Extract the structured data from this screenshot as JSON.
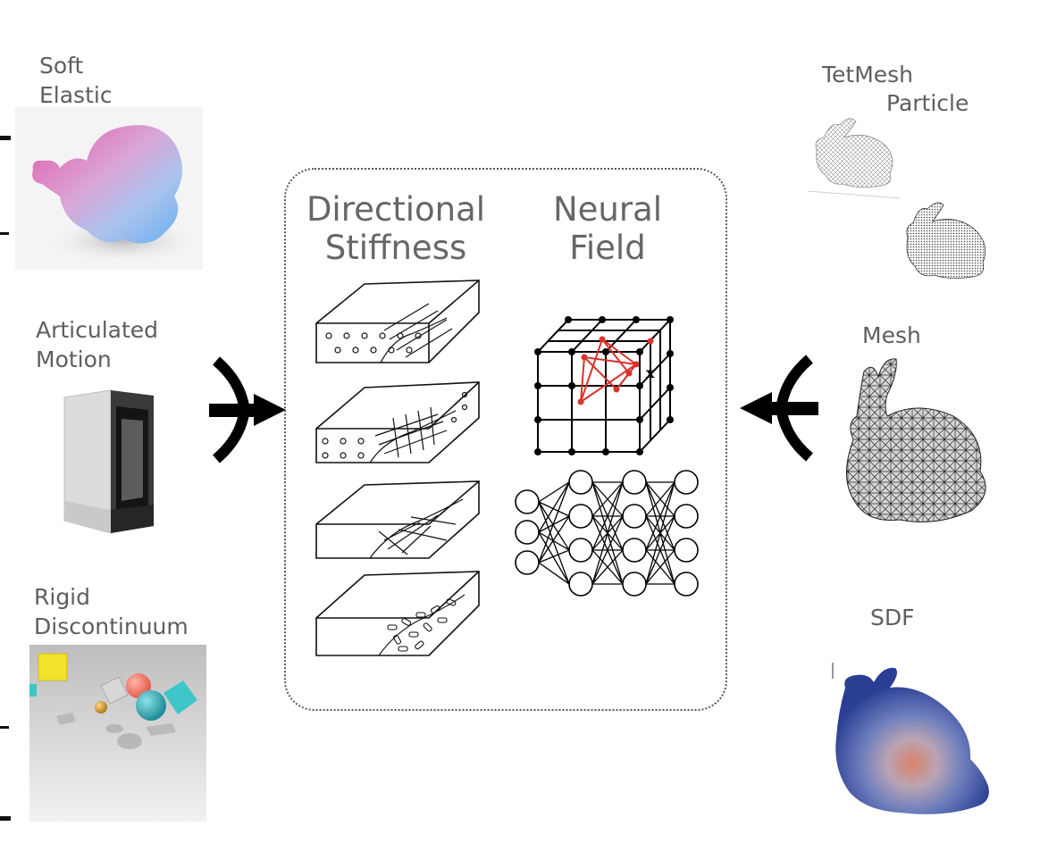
{
  "left": {
    "soft_elastic": [
      "Soft",
      "Elastic"
    ],
    "articulated_motion": [
      "Articulated",
      "Motion"
    ],
    "rigid_discontinuum": [
      "Rigid",
      "Discontinuum"
    ]
  },
  "center": {
    "directional_stiffness": [
      "Directional",
      "Stiffness"
    ],
    "neural_field": [
      "Neural",
      "Field"
    ],
    "grid_point_label": "x"
  },
  "right": {
    "tetmesh": "TetMesh",
    "particle": "Particle",
    "mesh": "Mesh",
    "sdf": "SDF"
  }
}
